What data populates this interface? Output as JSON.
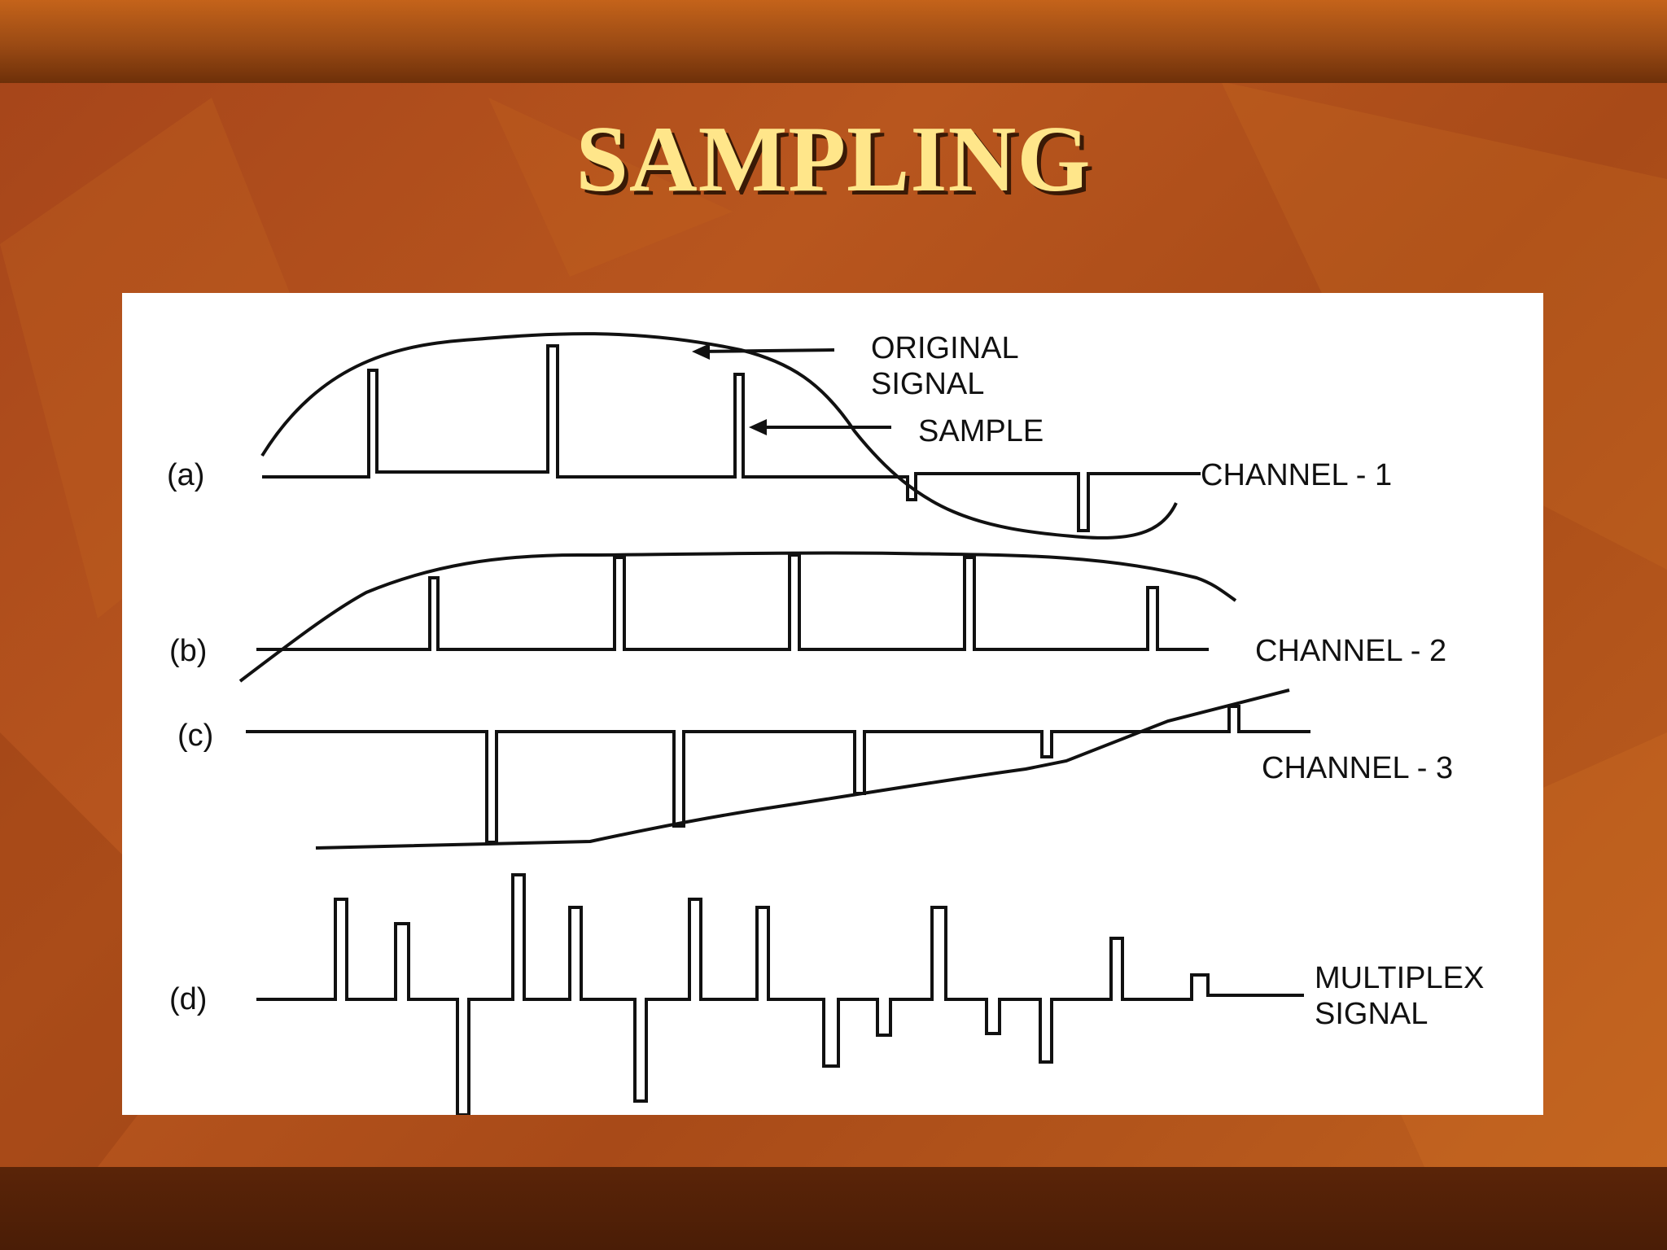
{
  "slide": {
    "title": "SAMPLING",
    "colors": {
      "background": "#b3521c",
      "title": "#ffe68a",
      "panel": "#ffffff",
      "ink": "#111111"
    }
  },
  "diagram": {
    "rows": [
      {
        "id": "a",
        "label": "(a)",
        "channel": "CHANNEL - 1"
      },
      {
        "id": "b",
        "label": "(b)",
        "channel": "CHANNEL - 2"
      },
      {
        "id": "c",
        "label": "(c)",
        "channel": "CHANNEL - 3"
      },
      {
        "id": "d",
        "label": "(d)",
        "channel": "MULTIPLEX SIGNAL",
        "channel_lines": [
          "MULTIPLEX",
          "SIGNAL"
        ]
      }
    ],
    "annotations": {
      "original_signal": [
        "ORIGINAL",
        "SIGNAL"
      ],
      "sample": "SAMPLE"
    }
  }
}
